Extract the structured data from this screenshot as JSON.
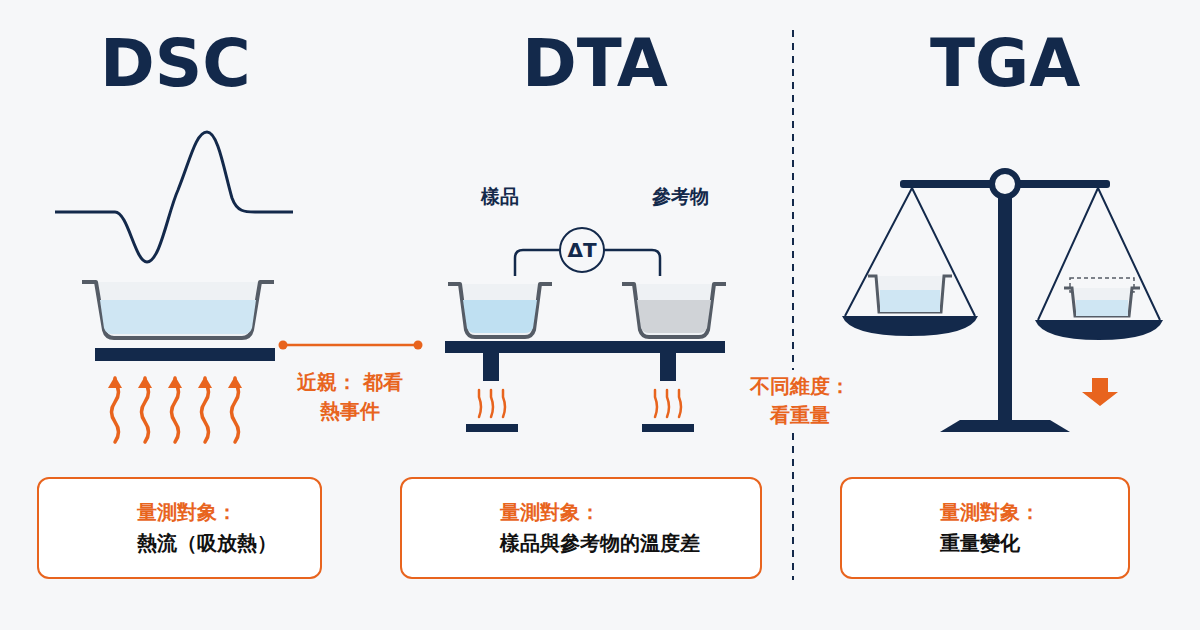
{
  "diagram": {
    "nodes": [
      {
        "text": [
          "量測對象：",
          "熱流（吸放熱）"
        ]
      },
      {
        "text": [
          "量測對象：",
          "樣品與參考物的溫度差"
        ]
      },
      {
        "text": [
          "量測對象：",
          "重量變化"
        ]
      },
      {
        "text": [
          "ΔT"
        ]
      }
    ],
    "labels": [
      "DSC",
      "DTA",
      "TGA",
      "樣品",
      "參考物",
      "近親： 都看熱事件",
      "不同維度： 看重量"
    ]
  }
}
